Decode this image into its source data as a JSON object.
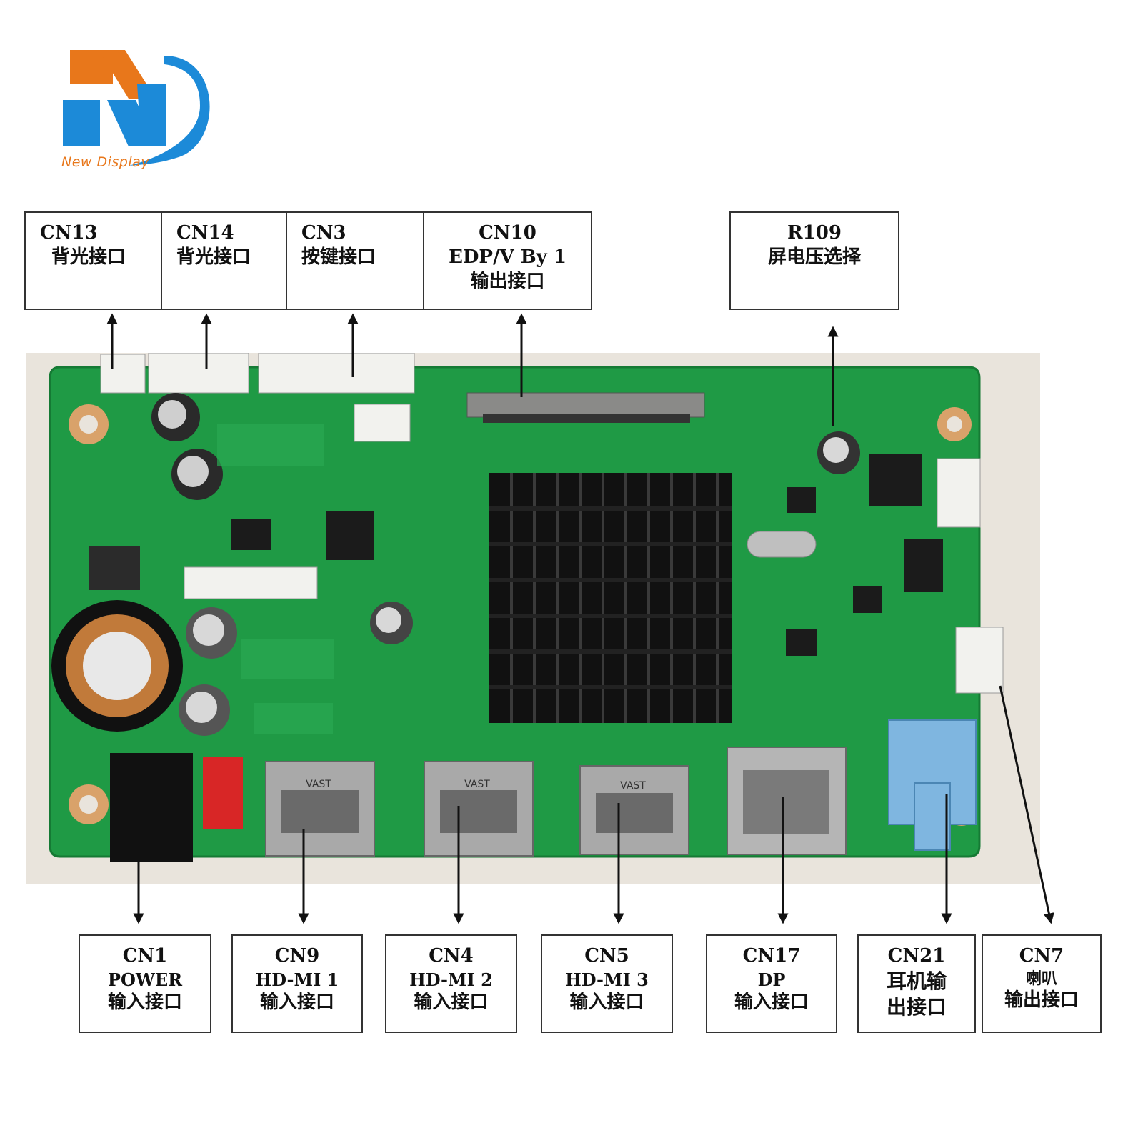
{
  "logo": {
    "brand_text": "New Display",
    "colors": {
      "orange": "#e8771b",
      "blue": "#1c8ad8"
    }
  },
  "top_labels": [
    {
      "id": "cn13",
      "code": "CN13",
      "desc": [
        "背光接口"
      ]
    },
    {
      "id": "cn14",
      "code": "CN14",
      "desc": [
        "背光接口"
      ]
    },
    {
      "id": "cn3",
      "code": "CN3",
      "desc": [
        "按键接口"
      ]
    },
    {
      "id": "cn10",
      "code": "CN10",
      "desc": [
        "EDP/V By 1",
        "输出接口"
      ]
    },
    {
      "id": "r109",
      "code": "R109",
      "desc": [
        "屏电压选择"
      ]
    }
  ],
  "bottom_labels": [
    {
      "id": "cn1",
      "code": "CN1",
      "desc": [
        "POWER",
        "输入接口"
      ]
    },
    {
      "id": "cn9",
      "code": "CN9",
      "desc": [
        "HD-MI 1",
        "输入接口"
      ]
    },
    {
      "id": "cn4",
      "code": "CN4",
      "desc": [
        "HD-MI 2",
        "输入接口"
      ]
    },
    {
      "id": "cn5",
      "code": "CN5",
      "desc": [
        "HD-MI 3",
        "输入接口"
      ]
    },
    {
      "id": "cn17",
      "code": "CN17",
      "desc": [
        "DP",
        "输入接口"
      ]
    },
    {
      "id": "cn21",
      "code": "CN21",
      "desc": [
        "耳机输",
        "出接口"
      ]
    },
    {
      "id": "cn7",
      "code": "CN7",
      "desc": [
        "喇叭",
        "输出接口"
      ]
    }
  ],
  "board": {
    "pcb_color": "#1f9a45",
    "pcb_dark": "#157a34",
    "backdrop_color": "#e9e4dc",
    "port_marks": [
      "VAST",
      "VAST",
      "VAST"
    ]
  }
}
